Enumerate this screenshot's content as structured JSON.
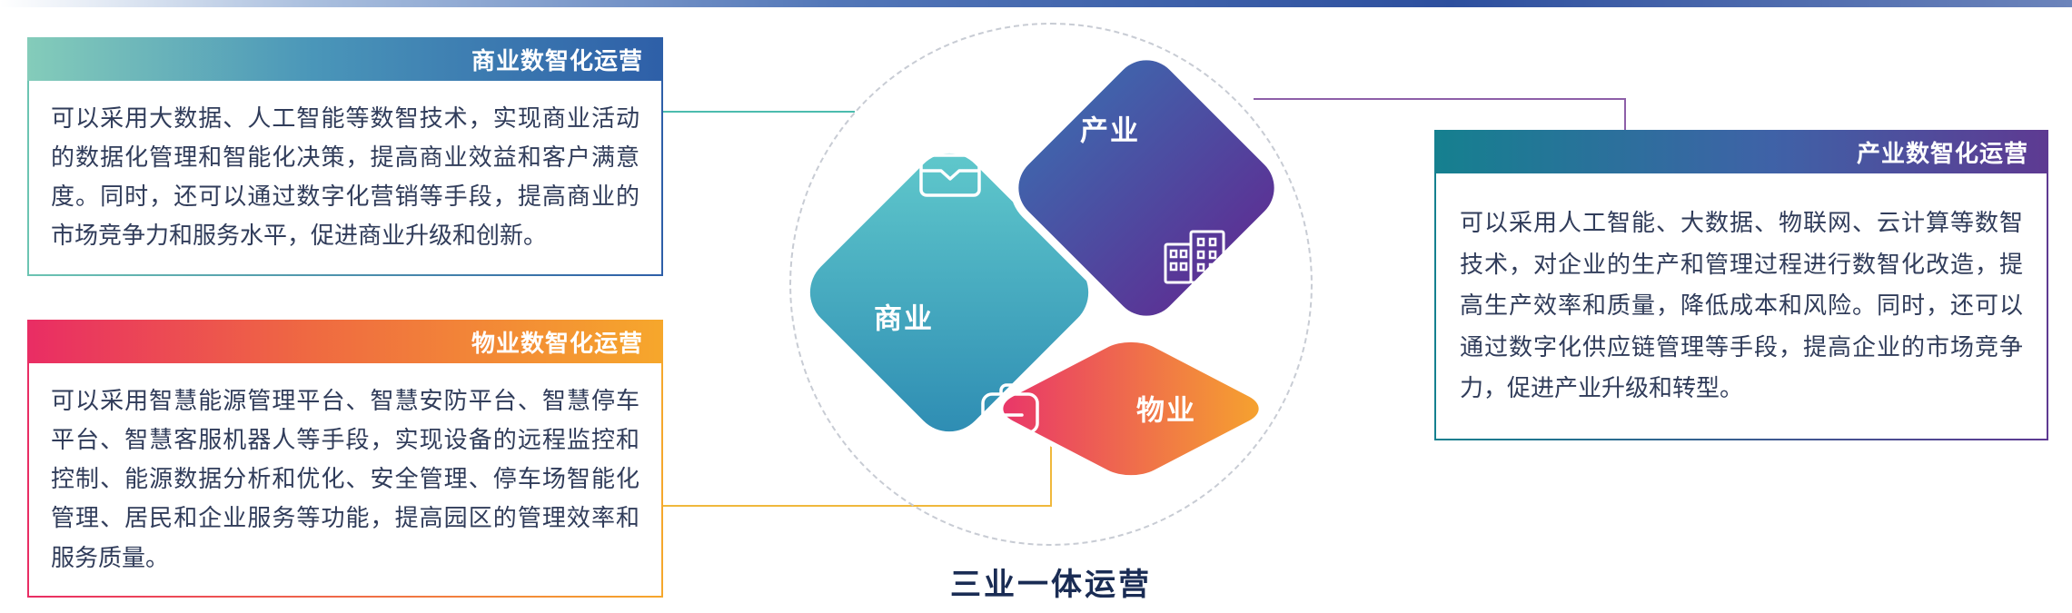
{
  "cards": [
    {
      "id": "commerce",
      "title": "商业数智化运营",
      "body": "可以采用大数据、人工智能等数智技术，实现商业活动的数据化管理和智能化决策，提高商业效益和客户满意度。同时，还可以通过数字化营销等手段，提高商业的市场竞争力和服务水平，促进商业升级和创新。"
    },
    {
      "id": "property",
      "title": "物业数智化运营",
      "body": "可以采用智慧能源管理平台、智慧安防平台、智慧停车平台、智慧客服机器人等手段，实现设备的远程监控和控制、能源数据分析和优化、安全管理、停车场智能化管理、居民和企业服务等功能，提高园区的管理效率和服务质量。"
    },
    {
      "id": "industry",
      "title": "产业数智化运营",
      "body": "可以采用人工智能、大数据、物联网、云计算等数智技术，对企业的生产和管理过程进行数智化改造，提高生产效率和质量，降低成本和风险。同时，还可以通过数字化供应链管理等手段，提高企业的市场竞争力，促进产业升级和转型。"
    }
  ],
  "diagram": {
    "caption": "三业一体运营",
    "nodes": [
      {
        "id": "commerce",
        "label": "商业",
        "icon": "briefcase-icon"
      },
      {
        "id": "industry",
        "label": "产业",
        "icon": "buildings-icon"
      },
      {
        "id": "property",
        "label": "物业",
        "icon": "toolbox-icon"
      }
    ]
  },
  "colors": {
    "commerce_header_gradient": [
      "#84ccba",
      "#2e5fa8"
    ],
    "property_header_gradient": [
      "#e92d64",
      "#f6a72c"
    ],
    "industry_header_gradient": [
      "#15808f",
      "#5e3a92"
    ],
    "commerce_diamond_gradient": [
      "#62cbcd",
      "#2c8ab2"
    ],
    "industry_diamond_gradient": [
      "#4162ab",
      "#5a3496"
    ],
    "property_diamond_gradient": [
      "#e8316c",
      "#f6a72c"
    ],
    "connector_commerce": "#4cbcae",
    "connector_property": "#f0b83c",
    "connector_industry": "#8d5fa8",
    "caption_color": "#1a2c54"
  }
}
